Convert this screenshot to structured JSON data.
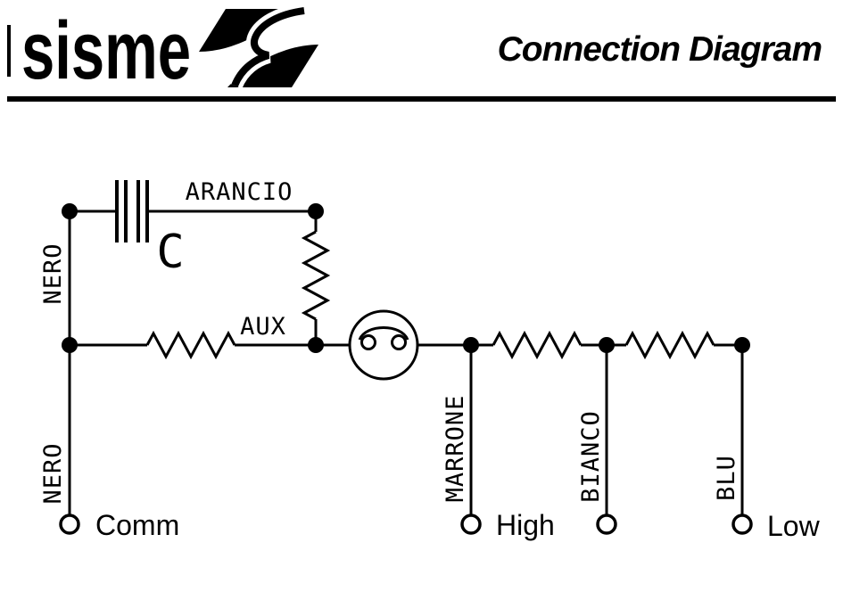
{
  "header": {
    "brand": "sisme",
    "logo_icon": "sisme-s-icon",
    "title": "Connection Diagram"
  },
  "diagram": {
    "labels": {
      "arancio": "ARANCIO",
      "capacitor": "C",
      "aux": "AUX",
      "nero_top": "NERO",
      "nero_bottom": "NERO",
      "marrone": "MARRONE",
      "bianco": "BIANCO",
      "blu": "BLU"
    },
    "terminals": {
      "comm": "Comm",
      "high": "High",
      "low": "Low"
    },
    "colors": {
      "ink": "#000000",
      "paper": "#ffffff"
    }
  }
}
